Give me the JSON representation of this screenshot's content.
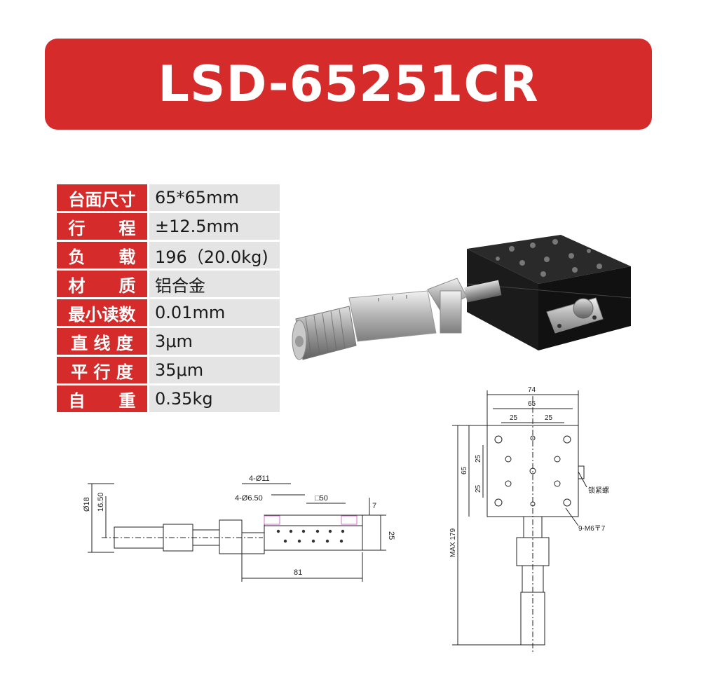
{
  "header": {
    "title": "LSD-65251CR"
  },
  "specs": [
    {
      "label": "台面尺寸",
      "value": "65*65mm"
    },
    {
      "label": "行　　程",
      "value": "±12.5mm"
    },
    {
      "label": "负　　载",
      "value": "196（20.0kg)"
    },
    {
      "label": "材　　质",
      "value": "铝合金"
    },
    {
      "label": "最小读数",
      "value": "0.01mm"
    },
    {
      "label": "直 线 度",
      "value": "3μm"
    },
    {
      "label": "平 行 度",
      "value": "35μm"
    },
    {
      "label": "自　　重",
      "value": "0.35kg"
    }
  ],
  "side_drawing": {
    "dim_hole_large": "4-Ø11",
    "dim_hole_small": "4-Ø6.50",
    "dim_square": "□50",
    "dim_7": "7",
    "dim_25": "25",
    "dim_81": "81",
    "dim_dia18": "Ø18",
    "dim_1650": "16.50"
  },
  "top_drawing": {
    "dim_74": "74",
    "dim_65_top": "65",
    "dim_25_left": "25",
    "dim_25_right": "25",
    "dim_65_side": "65",
    "dim_25_upper": "25",
    "dim_25_lower": "25",
    "dim_max179": "MAX 179",
    "lock_label": "锁紧螺",
    "thread_label": "9-M6〒7"
  },
  "colors": {
    "accent": "#d62b2b",
    "value_bg": "#e4e4e4"
  }
}
